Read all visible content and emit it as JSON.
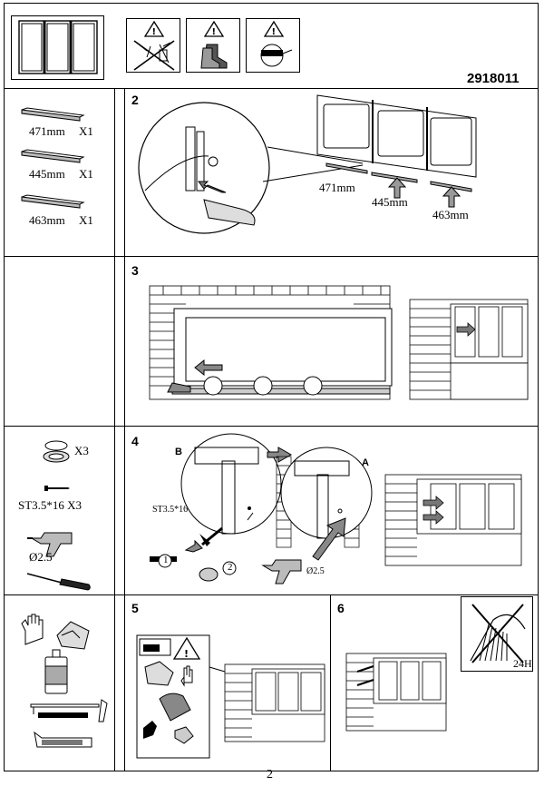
{
  "header": {
    "product_code": "2918011"
  },
  "parts": [
    {
      "length": "471mm",
      "qty": "X1"
    },
    {
      "length": "445mm",
      "qty": "X1"
    },
    {
      "length": "463mm",
      "qty": "X1"
    }
  ],
  "step2": {
    "number": "2",
    "labels": [
      "471mm",
      "445mm",
      "463mm"
    ]
  },
  "step3": {
    "number": "3"
  },
  "step4": {
    "number": "4",
    "spacer_qty": "X3",
    "screw_spec": "ST3.5*16 X3",
    "drill_size": "Ø2.5",
    "callout_b": "B",
    "callout_a": "A",
    "screw_label": "ST3.5*16",
    "drill_label": "Ø2.5",
    "sub1": "1",
    "sub2": "2"
  },
  "step5": {
    "number": "5"
  },
  "step6": {
    "number": "6",
    "cure_time": "24H"
  },
  "page_number": "2"
}
